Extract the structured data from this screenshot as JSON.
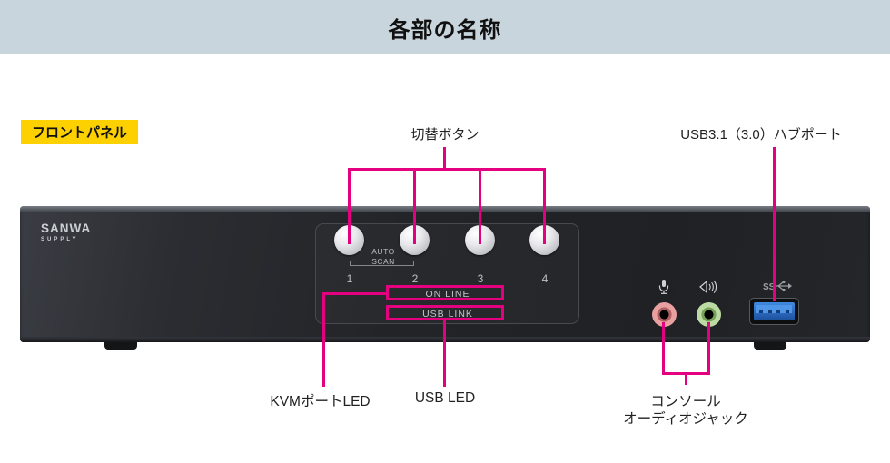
{
  "header": {
    "title": "各部の名称",
    "bg": "#c9d5dd"
  },
  "section_tag": {
    "label": "フロントパネル",
    "bg": "#fdd000"
  },
  "colors": {
    "accent_pink": "#e5007f",
    "tag_yellow": "#fdd000",
    "header_bg": "#c9d5dd",
    "usb_blue": "#2f6fc6",
    "mic_ring": "#e8a0a0",
    "speaker_ring": "#bcdba4"
  },
  "callouts": {
    "switch_buttons": "切替ボタン",
    "usb_hub": "USB3.1（3.0）ハブポート",
    "kvm_led": "KVMポートLED",
    "usb_led": "USB LED",
    "console_audio_line1": "コンソール",
    "console_audio_line2": "オーディオジャック"
  },
  "device": {
    "brand": "SANWA",
    "brand_sub": "SUPPLY",
    "auto_scan_line1": "AUTO",
    "auto_scan_line2": "SCAN",
    "button_numbers": [
      "1",
      "2",
      "3",
      "4"
    ],
    "led_row_online": "ON LINE",
    "led_row_usb": "USB LINK",
    "usb_logo": "SS",
    "icons": [
      "microphone-icon",
      "speaker-icon",
      "usb-superspeed-icon"
    ]
  }
}
